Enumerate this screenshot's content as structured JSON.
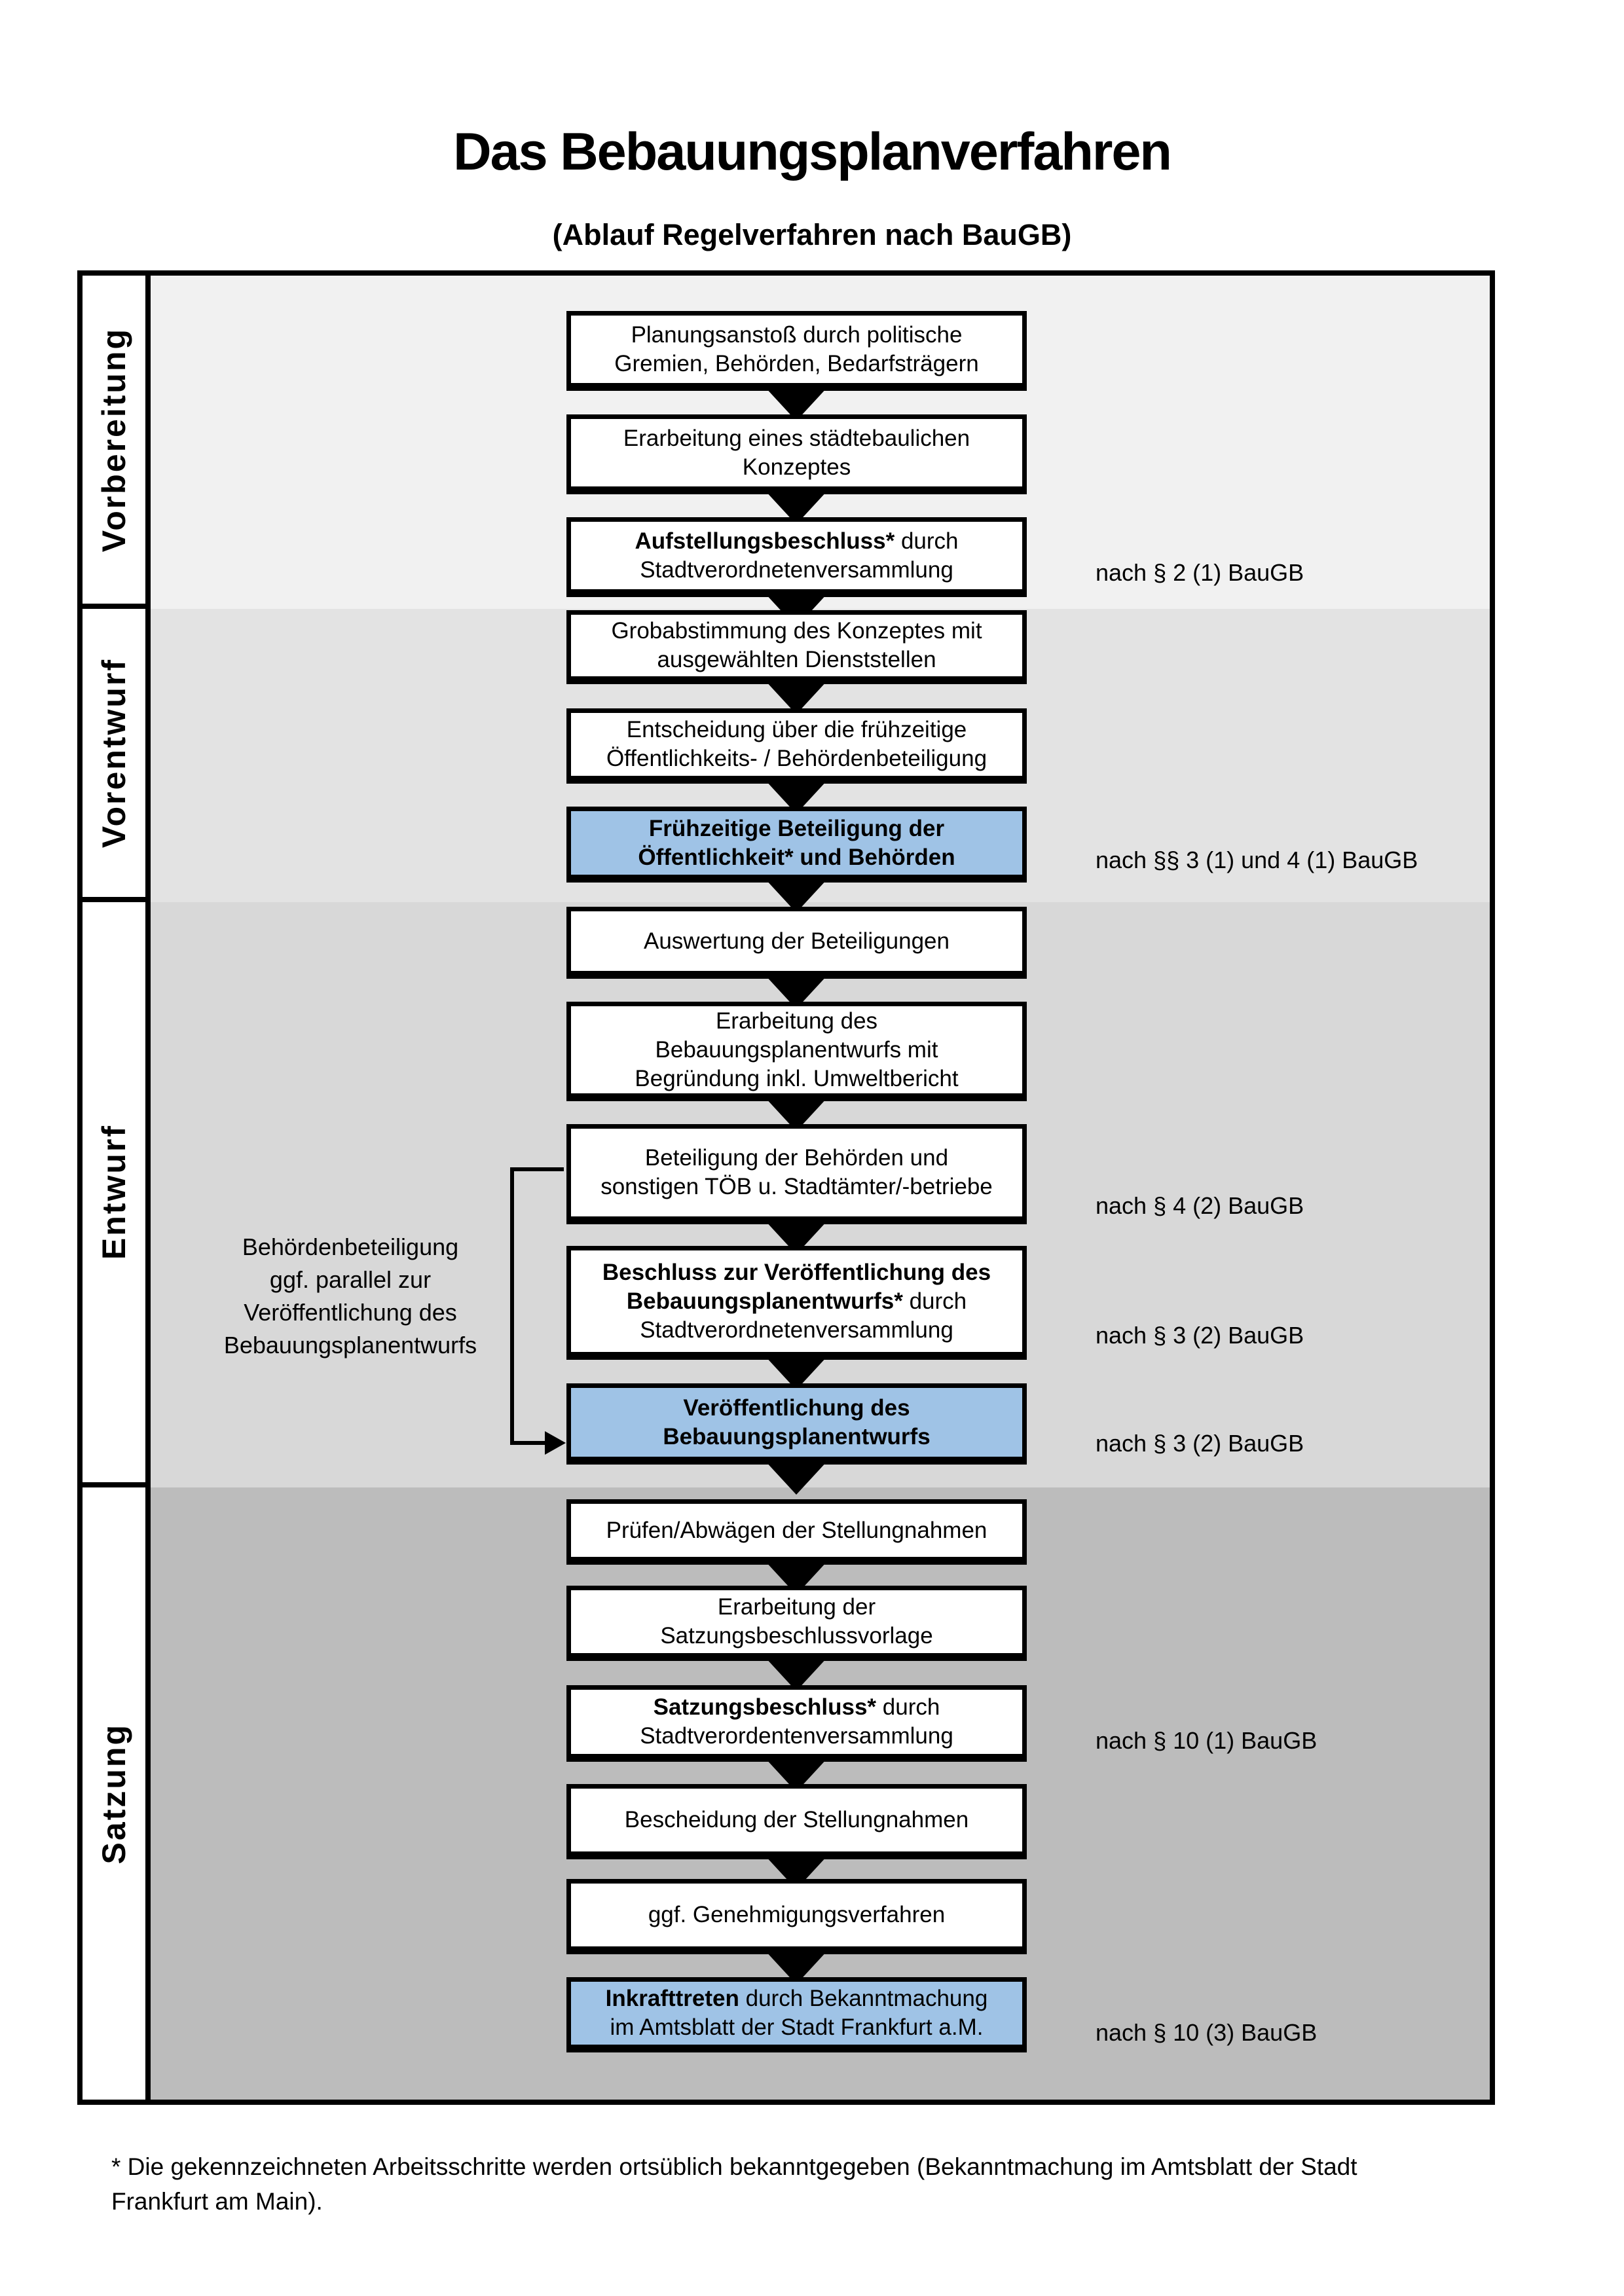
{
  "title": "Das Bebauungsplanverfahren",
  "subtitle": "(Ablauf Regelverfahren nach BauGB)",
  "colors": {
    "highlight": "#9fc3e6",
    "band1": "#f1f1f1",
    "band2": "#e3e3e3",
    "band3": "#d8d8d8",
    "band4": "#bcbcbc"
  },
  "phases": [
    {
      "label": "Vorbereitung",
      "boxes": [
        {
          "lines": [
            {
              "b": "",
              "n": "Planungsanstoß durch politische"
            },
            {
              "b": "",
              "n": "Gremien, Behörden, Bedarfsträgern"
            }
          ]
        },
        {
          "lines": [
            {
              "b": "",
              "n": "Erarbeitung eines städtebaulichen"
            },
            {
              "b": "",
              "n": "Konzeptes"
            }
          ]
        },
        {
          "lines": [
            {
              "b": "Aufstellungsbeschluss*",
              "n": " durch"
            },
            {
              "b": "",
              "n": "Stadtverordnetenversammlung"
            }
          ],
          "ref": "nach § 2 (1) BauGB"
        }
      ]
    },
    {
      "label": "Vorentwurf",
      "boxes": [
        {
          "lines": [
            {
              "b": "",
              "n": "Grobabstimmung des Konzeptes mit"
            },
            {
              "b": "",
              "n": "ausgewählten Dienststellen"
            }
          ]
        },
        {
          "lines": [
            {
              "b": "",
              "n": "Entscheidung über die frühzeitige"
            },
            {
              "b": "",
              "n": "Öffentlichkeits- / Behördenbeteiligung"
            }
          ]
        },
        {
          "highlight": true,
          "lines": [
            {
              "b": "Frühzeitige Beteiligung der",
              "n": ""
            },
            {
              "b": "Öffentlichkeit* und Behörden",
              "n": ""
            }
          ],
          "ref": "nach §§ 3 (1) und 4 (1) BauGB"
        }
      ]
    },
    {
      "label": "Entwurf",
      "side_note": [
        "Behördenbeteiligung",
        "ggf. parallel zur",
        "Veröffentlichung des",
        "Bebauungsplanentwurfs"
      ],
      "boxes": [
        {
          "lines": [
            {
              "b": "",
              "n": "Auswertung der Beteiligungen"
            }
          ]
        },
        {
          "lines": [
            {
              "b": "",
              "n": "Erarbeitung des"
            },
            {
              "b": "",
              "n": "Bebauungsplanentwurfs mit"
            },
            {
              "b": "",
              "n": "Begründung inkl. Umweltbericht"
            }
          ]
        },
        {
          "lines": [
            {
              "b": "",
              "n": "Beteiligung der Behörden und"
            },
            {
              "b": "",
              "n": "sonstigen TÖB u. Stadtämter/-betriebe"
            }
          ],
          "ref": "nach § 4 (2) BauGB"
        },
        {
          "lines": [
            {
              "b": "Beschluss zur Veröffentlichung des",
              "n": ""
            },
            {
              "b": "Bebauungsplanentwurfs*",
              "n": " durch"
            },
            {
              "b": "",
              "n": "Stadtverordnetenversammlung"
            }
          ],
          "ref": "nach § 3 (2) BauGB"
        },
        {
          "highlight": true,
          "lines": [
            {
              "b": "Veröffentlichung des",
              "n": ""
            },
            {
              "b": "Bebauungsplanentwurfs",
              "n": ""
            }
          ],
          "ref": "nach § 3 (2) BauGB"
        }
      ]
    },
    {
      "label": "Satzung",
      "boxes": [
        {
          "lines": [
            {
              "b": "",
              "n": "Prüfen/Abwägen der Stellungnahmen"
            }
          ]
        },
        {
          "lines": [
            {
              "b": "",
              "n": "Erarbeitung der"
            },
            {
              "b": "",
              "n": "Satzungsbeschlussvorlage"
            }
          ]
        },
        {
          "lines": [
            {
              "b": "Satzungsbeschluss*",
              "n": " durch"
            },
            {
              "b": "",
              "n": "Stadtverordentenversammlung"
            }
          ],
          "ref": "nach § 10 (1) BauGB"
        },
        {
          "lines": [
            {
              "b": "",
              "n": "Bescheidung der Stellungnahmen"
            }
          ]
        },
        {
          "lines": [
            {
              "b": "",
              "n": "ggf. Genehmigungsverfahren"
            }
          ]
        },
        {
          "highlight": true,
          "lines": [
            {
              "b": "Inkrafttreten",
              "n": " durch Bekanntmachung"
            },
            {
              "b": "",
              "n": "im Amtsblatt der Stadt Frankfurt a.M."
            }
          ],
          "ref": "nach § 10 (3) BauGB"
        }
      ]
    }
  ],
  "footnote": {
    "line1": "* Die gekennzeichneten Arbeitsschritte werden ortsüblich bekanntgegeben (Bekanntmachung im Amtsblatt  der Stadt",
    "line2": "Frankfurt am Main)."
  }
}
